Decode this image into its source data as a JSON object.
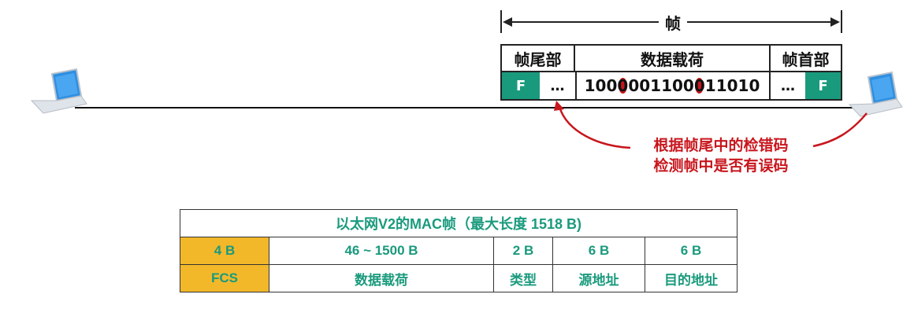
{
  "frame": {
    "span_label": "帧",
    "trailer_label": "帧尾部",
    "payload_label": "数据载荷",
    "header_label": "帧首部",
    "flag_left": "F",
    "flag_right": "F",
    "ellipsis_left": "…",
    "ellipsis_right": "…",
    "bits": [
      "1",
      "0",
      "0",
      "0",
      "0",
      "0",
      "1",
      "1",
      "0",
      "0",
      "0",
      "1",
      "1",
      "0",
      "1",
      "0"
    ],
    "highlighted_bit_indexes": [
      3,
      10
    ]
  },
  "annotation": {
    "line1": "根据帧尾中的检错码",
    "line2": "检测帧中是否有误码"
  },
  "mac_table": {
    "title": "以太网V2的MAC帧（最大长度 1518 B)",
    "sizes": [
      "4 B",
      "46 ~ 1500 B",
      "2 B",
      "6 B",
      "6 B"
    ],
    "fields": [
      "FCS",
      "数据载荷",
      "类型",
      "源地址",
      "目的地址"
    ]
  },
  "colors": {
    "accent_green": "#1a9a7d",
    "error_red": "#c8161d",
    "fcs_orange": "#f2b82a",
    "laptop_blue": "#2f8fe0"
  }
}
